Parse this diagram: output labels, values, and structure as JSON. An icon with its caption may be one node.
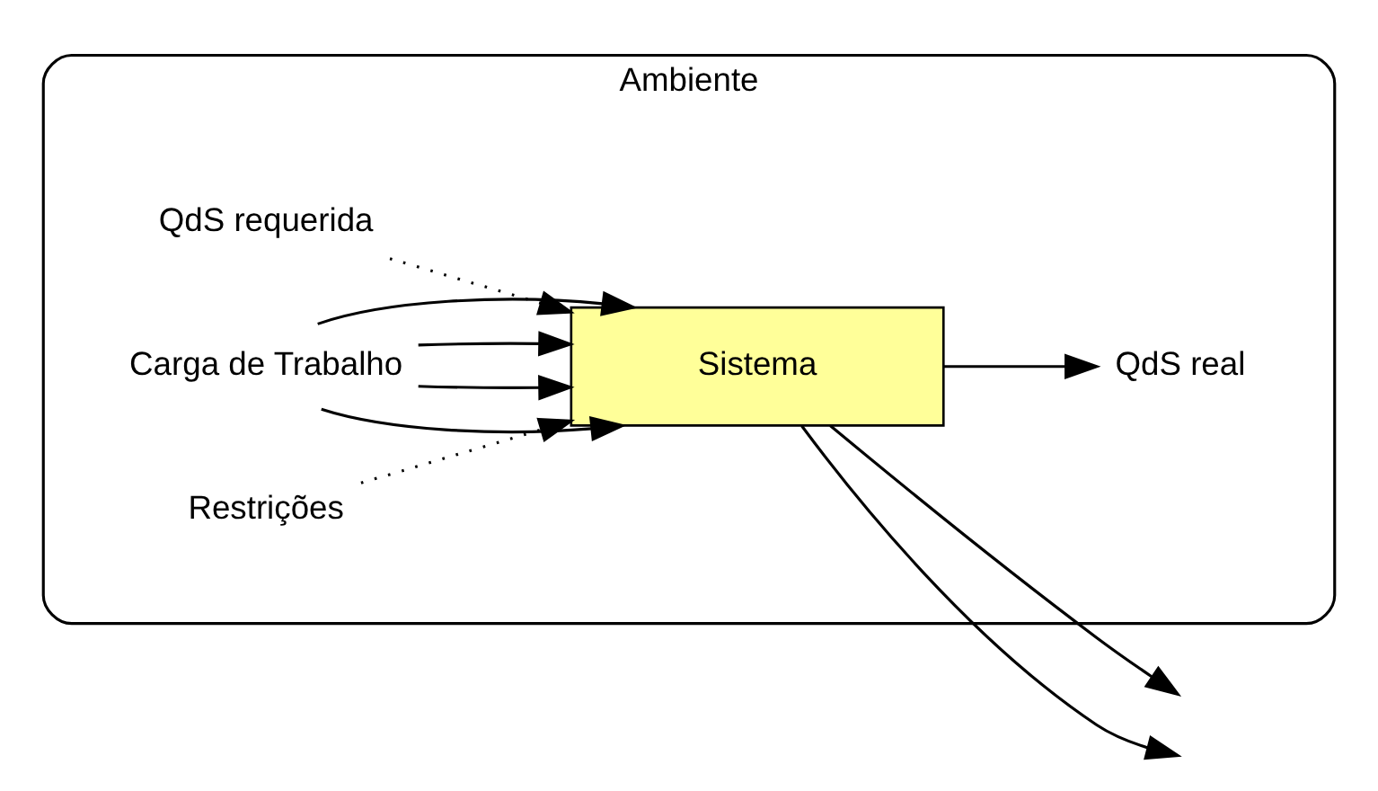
{
  "diagram": {
    "nodes": [
      {
        "text": [
          "Ambiente"
        ]
      },
      {
        "text": [
          "QdS requerida"
        ],
        "in": 0
      },
      {
        "text": [
          "Carga de Trabalho"
        ],
        "in": 0
      },
      {
        "text": [
          "Sistema"
        ],
        "in": 0
      },
      {
        "text": [
          "QdS real"
        ],
        "in": 0
      },
      {
        "text": [
          "Restrições"
        ],
        "in": 0
      }
    ],
    "edges": [
      {
        "from": 1,
        "to": 3,
        "arrow": "to",
        "style": "dashed"
      },
      {
        "from": 2,
        "to": 3,
        "arrow": "to"
      },
      {
        "from": 2,
        "to": 3,
        "arrow": "to"
      },
      {
        "from": 2,
        "to": 3,
        "arrow": "to"
      },
      {
        "from": 2,
        "to": 3,
        "arrow": "to"
      },
      {
        "from": 3,
        "to": null,
        "arrow": "to"
      },
      {
        "from": 3,
        "to": 4,
        "arrow": "to"
      },
      {
        "from": 3,
        "to": null,
        "arrow": "to"
      },
      {
        "from": 5,
        "to": 3,
        "arrow": "to",
        "style": "dashed"
      }
    ]
  }
}
